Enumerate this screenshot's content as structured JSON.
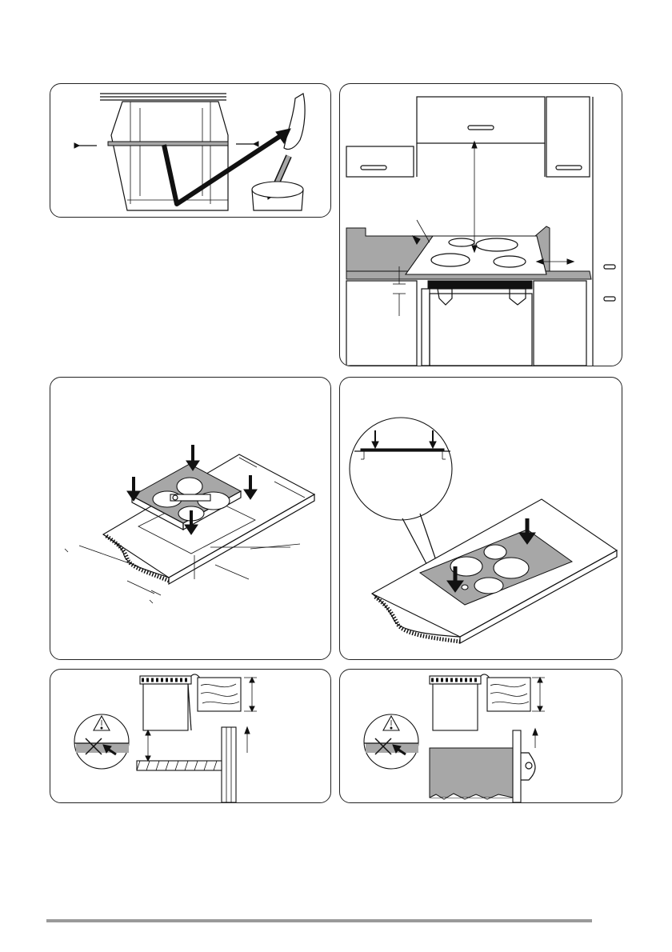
{
  "figures": [
    {
      "id": "fig-1",
      "name": "cabinet-strut-removal"
    },
    {
      "id": "fig-2",
      "name": "kitchen-clearances"
    },
    {
      "id": "fig-3",
      "name": "cutout-dimensions"
    },
    {
      "id": "fig-4",
      "name": "hob-insertion-seal"
    },
    {
      "id": "fig-5",
      "name": "built-in-drawer-clearance"
    },
    {
      "id": "fig-6",
      "name": "built-in-oven-clearance"
    }
  ],
  "colors": {
    "line": "#111111",
    "fill_grey": "#a7a7a7",
    "footer_rule": "#9a9a9a"
  },
  "icons": [
    "warning-triangle-icon",
    "cross-icon",
    "arrow-icon",
    "screw-icon"
  ]
}
